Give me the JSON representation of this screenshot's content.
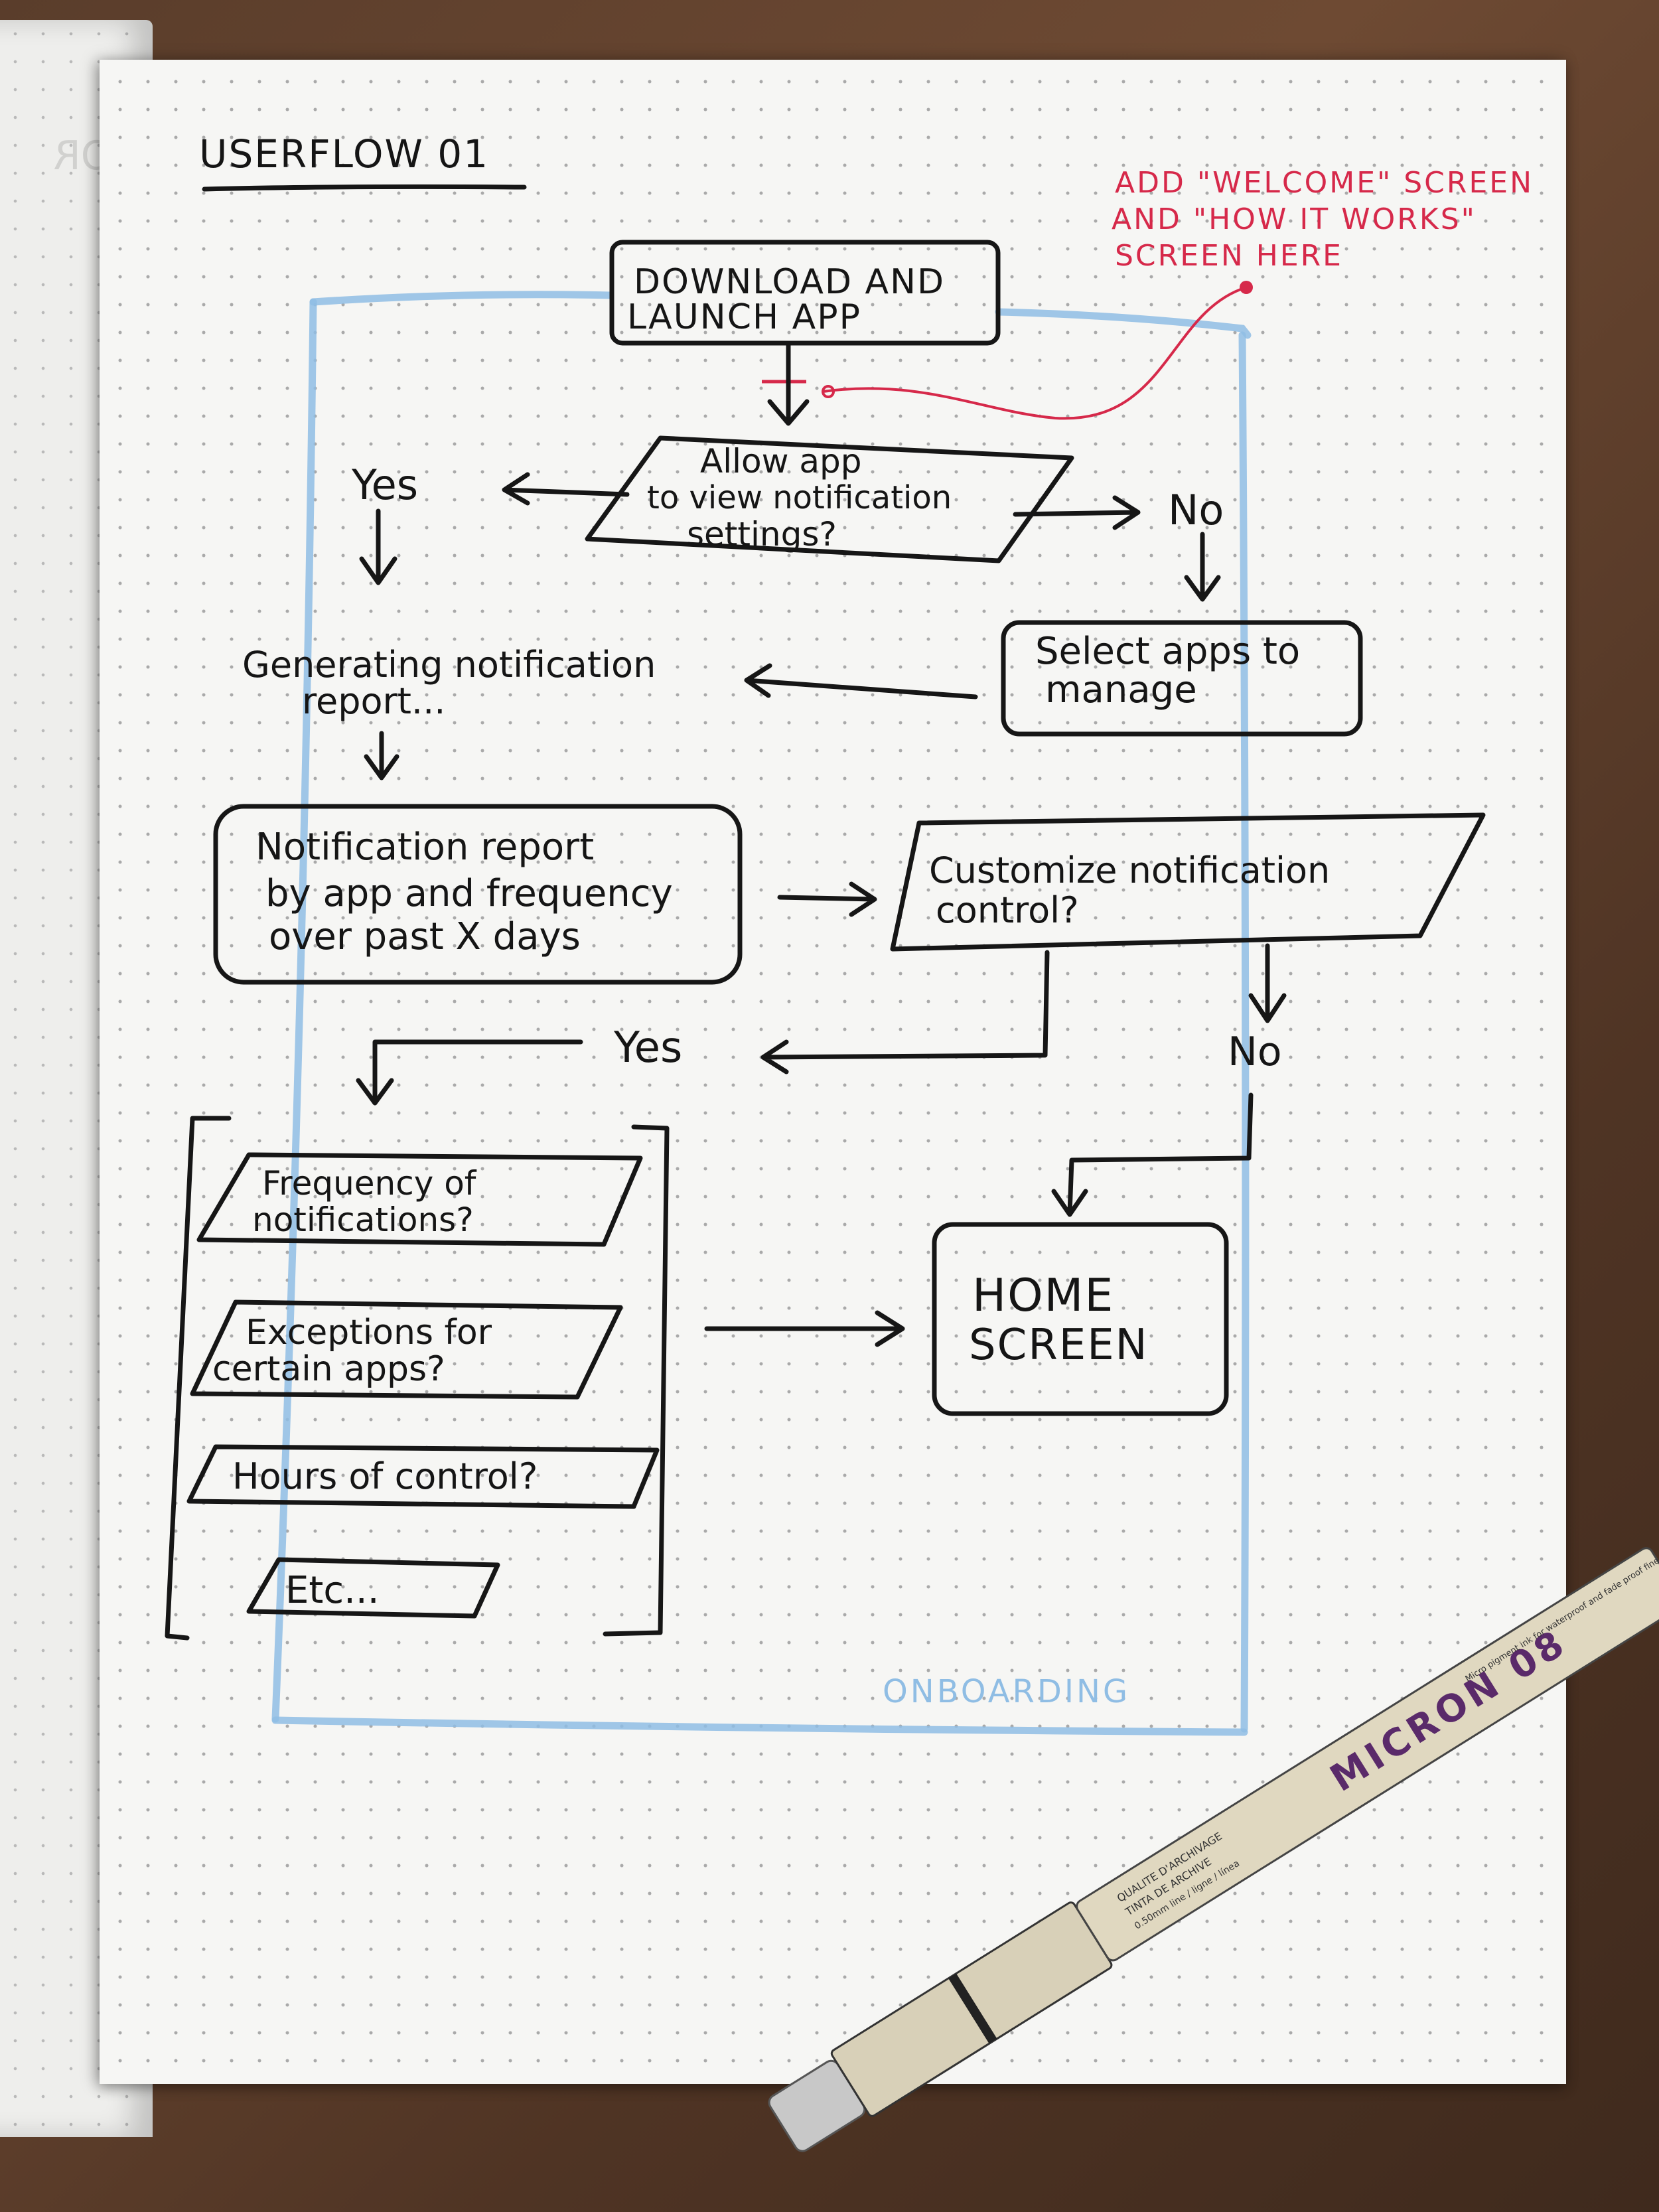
{
  "title": "USERFLOW 01",
  "note": {
    "line1": "ADD \"WELCOME\" SCREEN",
    "line2": "AND \"HOW IT WORKS\"",
    "line3": "SCREEN HERE",
    "color": "#d6294a"
  },
  "section_label": "ONBOARDING",
  "section_color": "#8fbde4",
  "nodes": {
    "launch": {
      "line1": "DOWNLOAD AND",
      "line2": "LAUNCH APP"
    },
    "allow": {
      "line1": "Allow app",
      "line2": "to view notification",
      "line3": "settings?"
    },
    "select": {
      "line1": "Select apps to",
      "line2": "manage"
    },
    "generating": {
      "line1": "Generating notification",
      "line2": "report..."
    },
    "report": {
      "line1": "Notification report",
      "line2": "by app and frequency",
      "line3": "over past X days"
    },
    "customize": {
      "line1": "Customize notification",
      "line2": "control?"
    },
    "frequency": {
      "line1": "Frequency of",
      "line2": "notifications?"
    },
    "exceptions": {
      "line1": "Exceptions for",
      "line2": "certain apps?"
    },
    "hours": {
      "line1": "Hours of control?"
    },
    "etc": {
      "line1": "Etc..."
    },
    "home": {
      "line1": "HOME",
      "line2": "SCREEN"
    }
  },
  "labels": {
    "yes1": "Yes",
    "no1": "No",
    "yes2": "Yes",
    "no2": "No"
  },
  "pen": {
    "brand": "MICRON 08",
    "sub1": "QUALITE D'ARCHIVAGE",
    "sub2": "TINTA DE ARCHIVE",
    "sub3": "0.50mm line / ligne / línea",
    "sub4": "Micro pigment ink for waterproof and fade proof fine lines"
  }
}
